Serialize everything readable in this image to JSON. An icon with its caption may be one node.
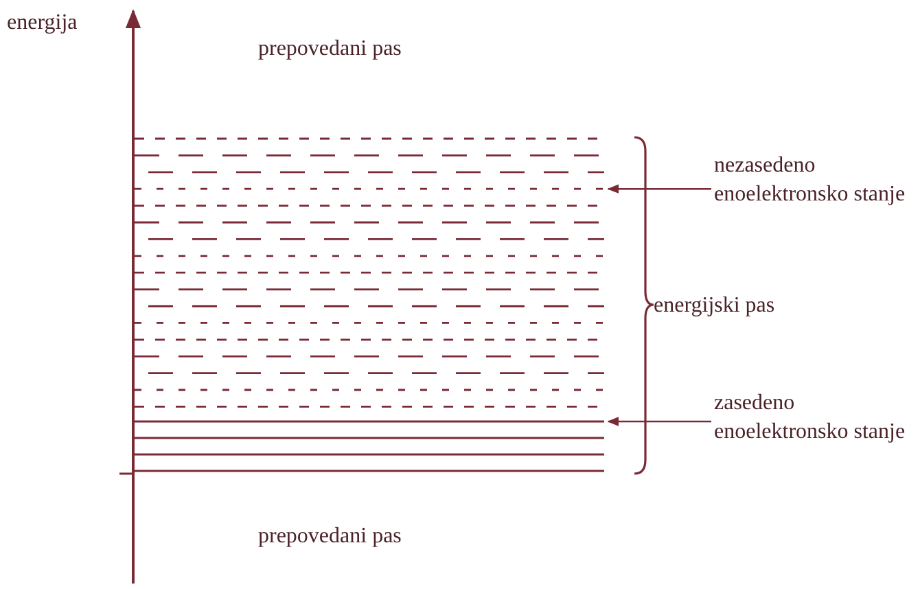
{
  "diagram": {
    "nodes": [
      {
        "text": [
          "nezasedeno enoelektronsko stanje"
        ]
      },
      {
        "text": [],
        "shape": "line"
      },
      {
        "text": [
          "zasedeno enoelektronsko stanje"
        ]
      },
      {
        "text": [],
        "shape": "line"
      }
    ],
    "edges": [
      {
        "from": 0,
        "to": 1,
        "arrow": "to"
      },
      {
        "from": 2,
        "to": 3,
        "arrow": "to"
      }
    ],
    "labels": [
      "energija",
      "prepovedani pas",
      "energijski pas",
      "prepovedani pas"
    ]
  }
}
